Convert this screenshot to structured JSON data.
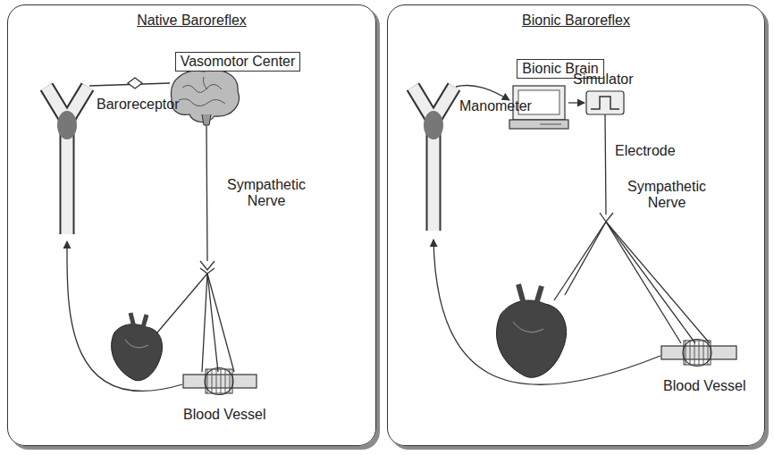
{
  "diagram": {
    "nodes": [
      {
        "text": [
          "Native Baroreflex"
        ]
      },
      {
        "text": [
          "Vasomotor Center"
        ],
        "in": 0
      },
      {
        "text": [
          "Bionic Baroreflex"
        ]
      },
      {
        "text": [
          "Bionic Brain"
        ],
        "in": 2
      }
    ],
    "labels": [
      "Baroreceptor",
      "Sympathetic Nerve",
      "Blood Vessel",
      "Manometer",
      "Simulator",
      "Electrode",
      "Sympathetic Nerve",
      "Blood Vessel"
    ]
  }
}
